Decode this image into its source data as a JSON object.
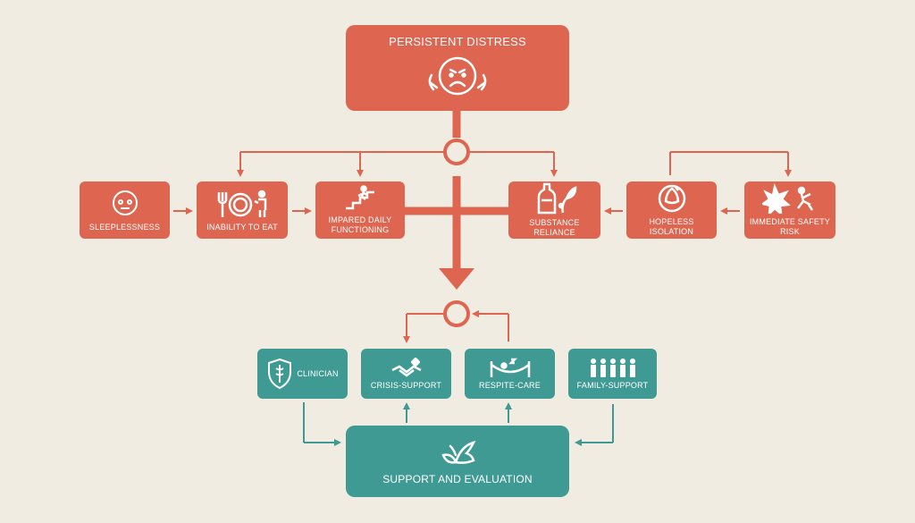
{
  "root": {
    "label": "PERSISTENT DISTRESS",
    "icon": "distressed-face-icon"
  },
  "problems": [
    {
      "label": "SLEEPLESSNESS",
      "icon": "sleepless-eyes-icon"
    },
    {
      "label": "INABILITY TO EAT",
      "icon": "plate-cutlery-icon"
    },
    {
      "label": "IMPARED DAILY FUNCTIONING",
      "icon": "stairs-person-icon"
    },
    {
      "label": "SUBSTANCE RELIANCE",
      "icon": "bottle-leaf-icon"
    },
    {
      "label": "HOPELESS ISOLATION",
      "icon": "isolated-head-icon"
    },
    {
      "label": "IMMEDIATE SAFETY RISK",
      "icon": "safety-risk-icon"
    }
  ],
  "supports": [
    {
      "label": "CLINICIAN",
      "icon": "medical-shield-icon"
    },
    {
      "label": "CRISIS-SUPPORT",
      "icon": "handshake-icon"
    },
    {
      "label": "RESPITE-CARE",
      "icon": "hammock-icon"
    },
    {
      "label": "FAMILY-SUPPORT",
      "icon": "family-people-icon"
    }
  ],
  "goal": {
    "label": "SUPPORT AND EVALUATION",
    "icon": "dove-icon"
  },
  "colors": {
    "red": "#de6650",
    "teal": "#3f9a93",
    "background": "#f1ece2"
  }
}
